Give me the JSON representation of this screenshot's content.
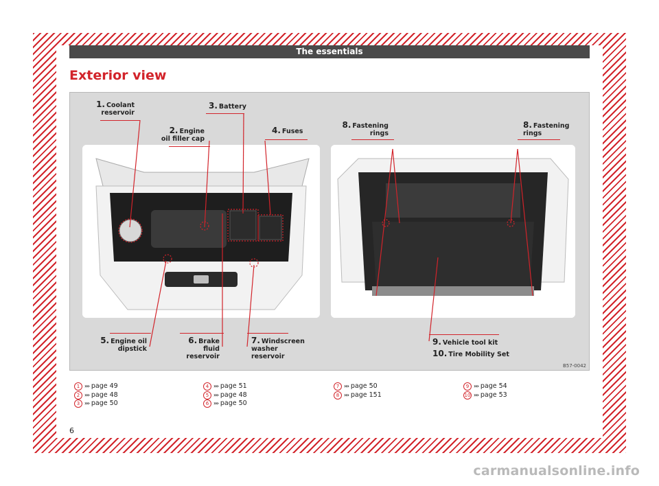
{
  "header": {
    "section": "The essentials"
  },
  "title": "Exterior view",
  "figure": {
    "ref_code": "B57-0042",
    "callouts": [
      {
        "num": "1.",
        "text": "Coolant reservoir"
      },
      {
        "num": "2.",
        "text": "Engine oil filler cap"
      },
      {
        "num": "3.",
        "text": "Battery"
      },
      {
        "num": "4.",
        "text": "Fuses"
      },
      {
        "num": "5.",
        "text": "Engine oil dipstick"
      },
      {
        "num": "6.",
        "text": "Brake fluid reservoir"
      },
      {
        "num": "7.",
        "text": "Windscreen washer reservoir"
      },
      {
        "num": "8.",
        "text": "Fastening rings"
      },
      {
        "num": "8.",
        "text": "Fastening rings"
      },
      {
        "num": "9.",
        "text": "Vehicle tool kit"
      },
      {
        "num": "10.",
        "text": "Tire Mobility Set"
      }
    ]
  },
  "references": [
    {
      "n": "1",
      "text": "page 49"
    },
    {
      "n": "2",
      "text": "page 48"
    },
    {
      "n": "3",
      "text": "page 50"
    },
    {
      "n": "4",
      "text": "page 51"
    },
    {
      "n": "5",
      "text": "page 48"
    },
    {
      "n": "6",
      "text": "page 50"
    },
    {
      "n": "7",
      "text": "page 50"
    },
    {
      "n": "8",
      "text": "page 151"
    },
    {
      "n": "9",
      "text": "page 54"
    },
    {
      "n": "10",
      "text": "page 53"
    }
  ],
  "chevron": "›››",
  "page_number": "6",
  "watermark": "carmanualsonline.info",
  "colors": {
    "accent": "#d2232a",
    "header_bg": "#4a4a4a",
    "figure_bg": "#d9d9d9"
  }
}
